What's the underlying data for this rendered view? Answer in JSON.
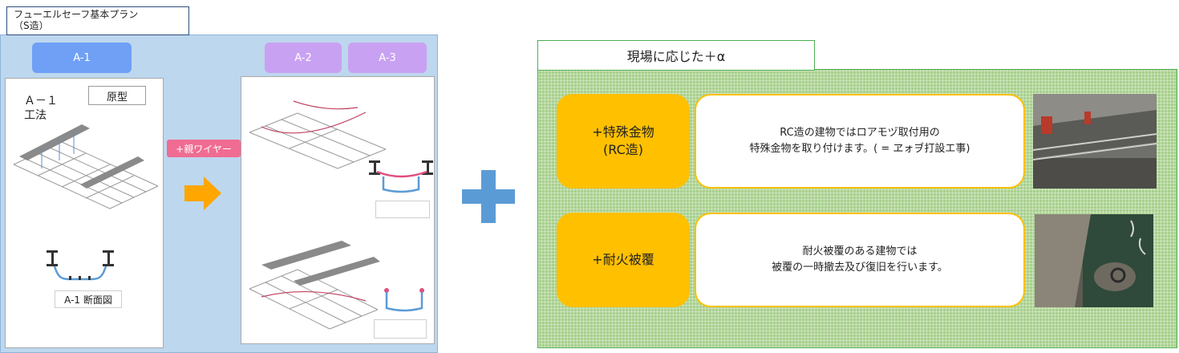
{
  "plan": {
    "title_line1": "フューエルセーフ基本プラン",
    "title_line2": "（S造）"
  },
  "tabs": [
    "A-1",
    "A-2",
    "A-3"
  ],
  "a1_card": {
    "label": "Ａ－１\n工法",
    "prototype": "原型",
    "section_caption": "A-1 断面図"
  },
  "connector": {
    "label": "+親ワイヤー"
  },
  "alpha": {
    "title": "現場に応じた＋α",
    "rows": [
      {
        "name_line1": "+特殊金物",
        "name_line2": "(RC造)",
        "desc_line1": "RC造の建物ではロアモヅ取付用の",
        "desc_line2": "特殊金物を取り付けます。( = ヱォヺ打設エ事)"
      },
      {
        "name_line1": "+耐火被覆",
        "name_line2": "",
        "desc_line1": "耐火被覆のある建物では",
        "desc_line2": "被覆の一時撤去及び復旧を行います。"
      }
    ]
  },
  "colors": {
    "tab_a1": "#6fa0f6",
    "tab_a2_a3": "#c9a1f2",
    "left_panel": "#bdd7ee",
    "connector_pink": "#f06c92",
    "arrow_orange": "#ffa600",
    "plus_blue": "#5b9bd5",
    "alpha_green": "#a8d08d",
    "alpha_orange": "#ffc000"
  },
  "icons": [
    "right-arrow-icon",
    "plus-icon"
  ]
}
